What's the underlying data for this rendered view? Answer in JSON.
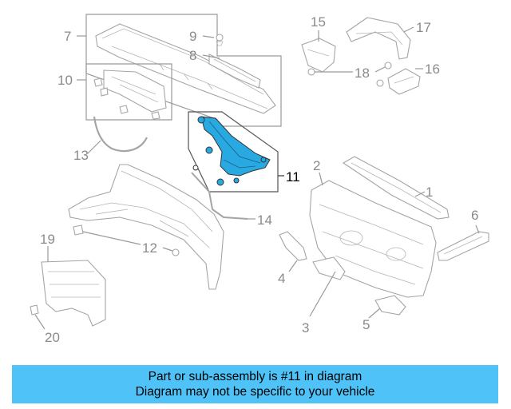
{
  "diagram": {
    "highlight_color": "#29a9e1",
    "callouts": [
      {
        "id": "c1",
        "text": "1"
      },
      {
        "id": "c2",
        "text": "2"
      },
      {
        "id": "c3",
        "text": "3"
      },
      {
        "id": "c4",
        "text": "4"
      },
      {
        "id": "c5",
        "text": "5"
      },
      {
        "id": "c6",
        "text": "6"
      },
      {
        "id": "c7",
        "text": "7"
      },
      {
        "id": "c8",
        "text": "8"
      },
      {
        "id": "c9",
        "text": "9"
      },
      {
        "id": "c10",
        "text": "10"
      },
      {
        "id": "c11",
        "text": "11"
      },
      {
        "id": "c12",
        "text": "12"
      },
      {
        "id": "c13",
        "text": "13"
      },
      {
        "id": "c14",
        "text": "14"
      },
      {
        "id": "c15",
        "text": "15"
      },
      {
        "id": "c16",
        "text": "16"
      },
      {
        "id": "c17",
        "text": "17"
      },
      {
        "id": "c18",
        "text": "18"
      },
      {
        "id": "c19",
        "text": "19"
      },
      {
        "id": "c20",
        "text": "20"
      }
    ]
  },
  "banner": {
    "color": "#4fc3f7",
    "line1": "Part or sub-assembly is #11 in diagram",
    "line2": "Diagram may not be specific to your vehicle"
  }
}
